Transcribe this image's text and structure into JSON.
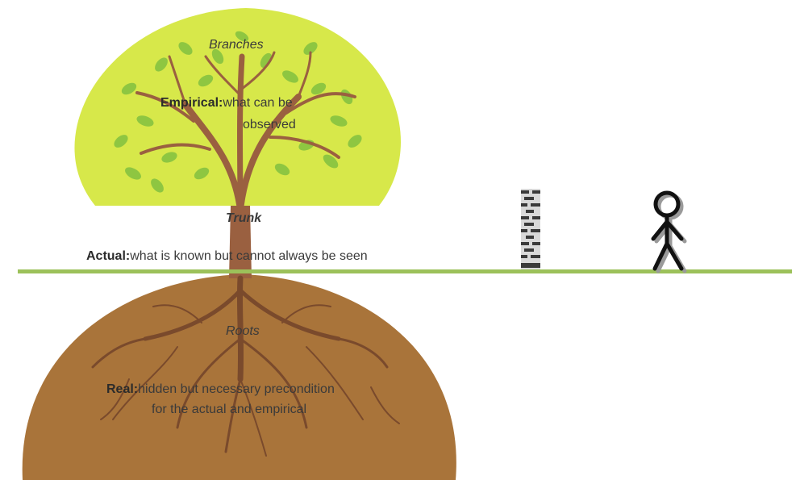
{
  "labels": {
    "branches": "Branches",
    "empirical_term": "Empirical:",
    "empirical_desc_1": "what can  be",
    "empirical_desc_2": "observed",
    "trunk": "Trunk",
    "actual_term": "Actual:",
    "actual_desc": "what is known but cannot always be seen",
    "roots": "Roots",
    "real_term": "Real:",
    "real_desc_1": "hidden but necessary precondition",
    "real_desc_2": "for the actual and empirical"
  },
  "colors": {
    "canopy": "#d7e84a",
    "leaf": "#8ec641",
    "ground_line": "#9cc15a",
    "earth": "#a9743a",
    "tree": "#9a6040",
    "wall_dark": "#3a3a3a",
    "wall_light": "#bdbdbd",
    "figure": "#111111"
  },
  "icons": {
    "wall": "brick-wall-icon",
    "person": "stick-figure-icon"
  }
}
